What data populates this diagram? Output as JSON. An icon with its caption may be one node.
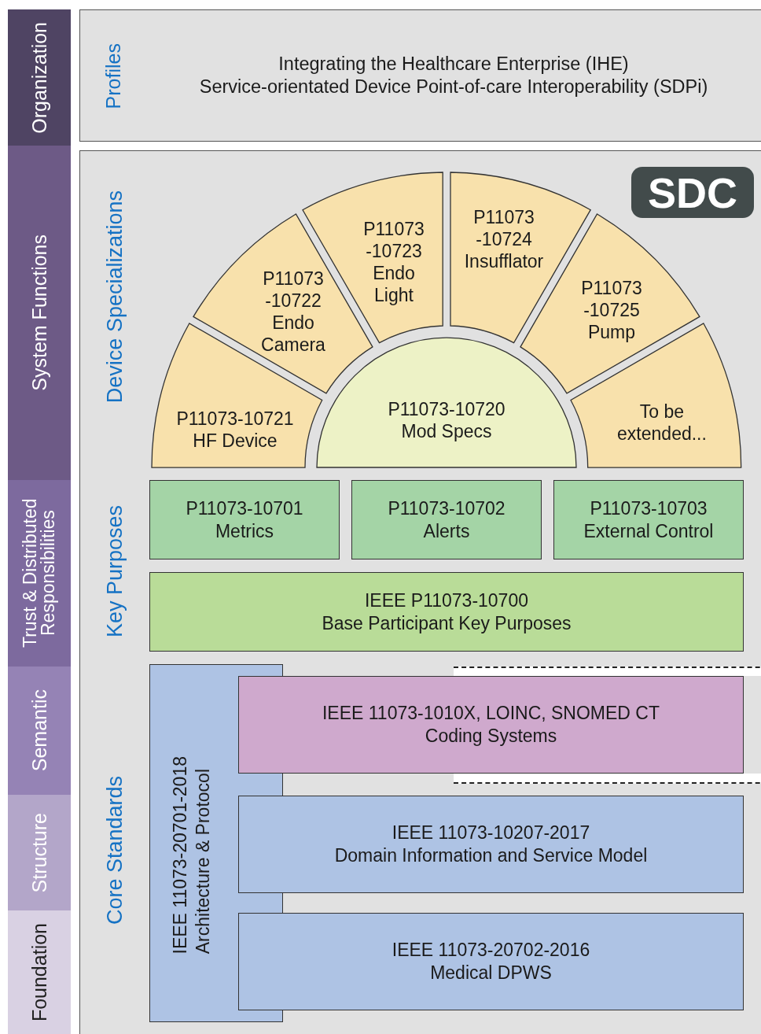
{
  "diagram": {
    "nodes": [
      {
        "text": [
          "Organization"
        ]
      },
      {
        "text": [
          "System Functions"
        ]
      },
      {
        "text": [
          "Trust & Distributed Responsibilities"
        ]
      },
      {
        "text": [
          "Semantic"
        ]
      },
      {
        "text": [
          "Structure"
        ]
      },
      {
        "text": [
          "Foundation"
        ]
      },
      {
        "text": [
          "Profiles",
          "Integrating the Healthcare Enterprise (IHE)",
          "Service-orientated Device Point-of-care Interoperability (SDPi)"
        ]
      },
      {
        "text": [],
        "shape": "box"
      },
      {
        "text": [
          "SDC"
        ],
        "in": 7
      },
      {
        "text": [
          "P11073-10721",
          "HF Device"
        ],
        "in": 7
      },
      {
        "text": [
          "P11073 -10722",
          "Endo Camera"
        ],
        "in": 7
      },
      {
        "text": [
          "P11073 -10723",
          "Endo Light"
        ],
        "in": 7
      },
      {
        "text": [
          "P11073 -10724",
          "Insufflator"
        ],
        "in": 7
      },
      {
        "text": [
          "P11073 -10725",
          "Pump"
        ],
        "in": 7
      },
      {
        "text": [
          "To be extended..."
        ],
        "in": 7
      },
      {
        "text": [
          "P11073-10720",
          "Mod Specs"
        ],
        "in": 7
      },
      {
        "text": [
          "P11073-10701",
          "Metrics"
        ],
        "in": 7
      },
      {
        "text": [
          "P11073-10702",
          "Alerts"
        ],
        "in": 7
      },
      {
        "text": [
          "P11073-10703",
          "External Control"
        ],
        "in": 7
      },
      {
        "text": [
          "IEEE P11073-10700",
          "Base Participant Key Purposes"
        ],
        "in": 7
      },
      {
        "text": [
          "IEEE 11073-20701-2018",
          "Architecture & Protocol"
        ],
        "in": 7
      },
      {
        "text": [
          "IEEE 11073-1010X, LOINC, SNOMED CT",
          "Coding Systems"
        ],
        "in": 7
      },
      {
        "text": [
          "IEEE 11073-10207-2017",
          "Domain Information and Service Model"
        ],
        "in": 7
      },
      {
        "text": [
          "IEEE 11073-20702-2016",
          "Medical DPWS"
        ],
        "in": 7
      }
    ],
    "labels": [
      "Device Specializations",
      "Key Purposes",
      "Core Standards"
    ]
  }
}
